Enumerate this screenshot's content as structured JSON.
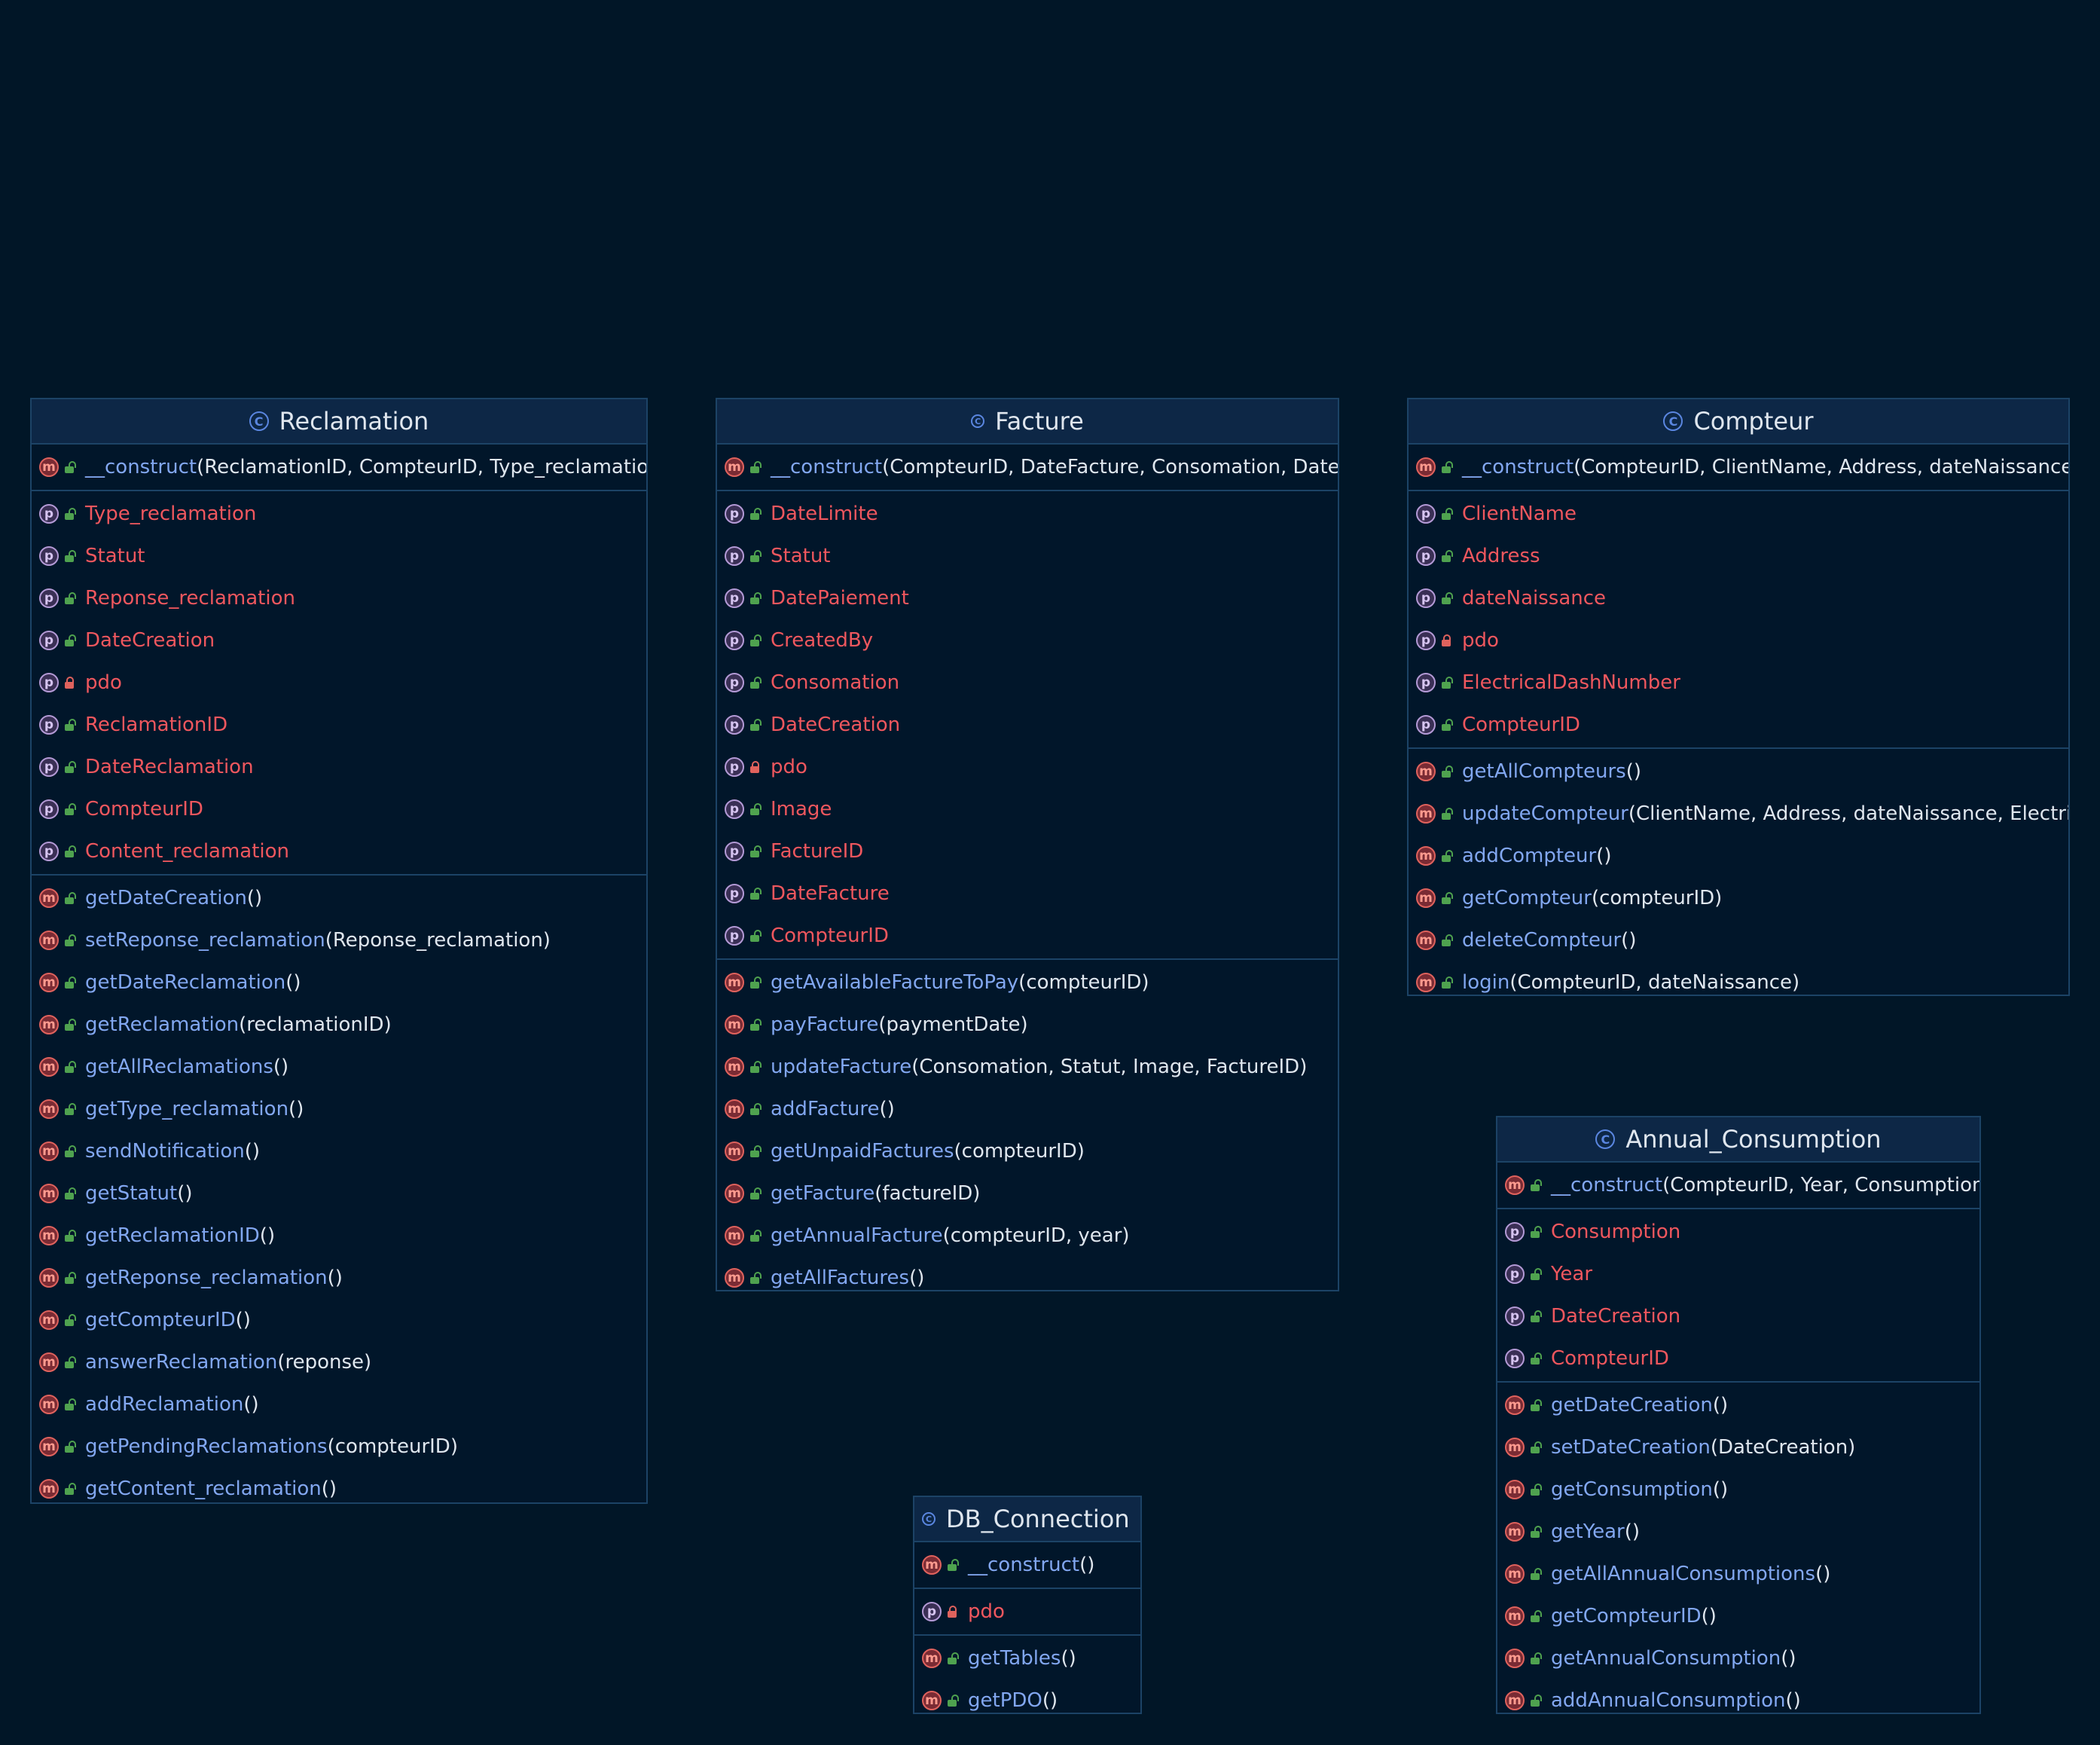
{
  "classes": {
    "reclamation": {
      "name": "Reclamation",
      "constructor": {
        "name": "__construct",
        "params": "(ReclamationID, CompteurID, Type_reclamation, "
      },
      "properties": [
        {
          "name": "Type_reclamation",
          "visibility": "public"
        },
        {
          "name": "Statut",
          "visibility": "public"
        },
        {
          "name": "Reponse_reclamation",
          "visibility": "public"
        },
        {
          "name": "DateCreation",
          "visibility": "public"
        },
        {
          "name": "pdo",
          "visibility": "private"
        },
        {
          "name": "ReclamationID",
          "visibility": "public"
        },
        {
          "name": "DateReclamation",
          "visibility": "public"
        },
        {
          "name": "CompteurID",
          "visibility": "public"
        },
        {
          "name": "Content_reclamation",
          "visibility": "public"
        }
      ],
      "methods": [
        {
          "name": "getDateCreation",
          "params": "()"
        },
        {
          "name": "setReponse_reclamation",
          "params": "(Reponse_reclamation)"
        },
        {
          "name": "getDateReclamation",
          "params": "()"
        },
        {
          "name": "getReclamation",
          "params": "(reclamationID)"
        },
        {
          "name": "getAllReclamations",
          "params": "()"
        },
        {
          "name": "getType_reclamation",
          "params": "()"
        },
        {
          "name": "sendNotification",
          "params": "()"
        },
        {
          "name": "getStatut",
          "params": "()"
        },
        {
          "name": "getReclamationID",
          "params": "()"
        },
        {
          "name": "getReponse_reclamation",
          "params": "()"
        },
        {
          "name": "getCompteurID",
          "params": "()"
        },
        {
          "name": "answerReclamation",
          "params": "(reponse)"
        },
        {
          "name": "addReclamation",
          "params": "()"
        },
        {
          "name": "getPendingReclamations",
          "params": "(compteurID)"
        },
        {
          "name": "getContent_reclamation",
          "params": "()"
        }
      ]
    },
    "facture": {
      "name": "Facture",
      "constructor": {
        "name": "__construct",
        "params": "(CompteurID, DateFacture, Consomation, DateLi"
      },
      "properties": [
        {
          "name": "DateLimite",
          "visibility": "public"
        },
        {
          "name": "Statut",
          "visibility": "public"
        },
        {
          "name": "DatePaiement",
          "visibility": "public"
        },
        {
          "name": "CreatedBy",
          "visibility": "public"
        },
        {
          "name": "Consomation",
          "visibility": "public"
        },
        {
          "name": "DateCreation",
          "visibility": "public"
        },
        {
          "name": "pdo",
          "visibility": "private"
        },
        {
          "name": "Image",
          "visibility": "public"
        },
        {
          "name": "FactureID",
          "visibility": "public"
        },
        {
          "name": "DateFacture",
          "visibility": "public"
        },
        {
          "name": "CompteurID",
          "visibility": "public"
        }
      ],
      "methods": [
        {
          "name": "getAvailableFactureToPay",
          "params": "(compteurID)"
        },
        {
          "name": "payFacture",
          "params": "(paymentDate)"
        },
        {
          "name": "updateFacture",
          "params": "(Consomation, Statut, Image, FactureID)"
        },
        {
          "name": "addFacture",
          "params": "()"
        },
        {
          "name": "getUnpaidFactures",
          "params": "(compteurID)"
        },
        {
          "name": "getFacture",
          "params": "(factureID)"
        },
        {
          "name": "getAnnualFacture",
          "params": "(compteurID, year)"
        },
        {
          "name": "getAllFactures",
          "params": "()"
        }
      ]
    },
    "compteur": {
      "name": "Compteur",
      "constructor": {
        "name": "__construct",
        "params": "(CompteurID, ClientName, Address, dateNaissance, "
      },
      "properties": [
        {
          "name": "ClientName",
          "visibility": "public"
        },
        {
          "name": "Address",
          "visibility": "public"
        },
        {
          "name": "dateNaissance",
          "visibility": "public"
        },
        {
          "name": "pdo",
          "visibility": "private"
        },
        {
          "name": "ElectricalDashNumber",
          "visibility": "public"
        },
        {
          "name": "CompteurID",
          "visibility": "public"
        }
      ],
      "methods": [
        {
          "name": "getAllCompteurs",
          "params": "()"
        },
        {
          "name": "updateCompteur",
          "params": "(ClientName, Address, dateNaissance, Electrica"
        },
        {
          "name": "addCompteur",
          "params": "()"
        },
        {
          "name": "getCompteur",
          "params": "(compteurID)"
        },
        {
          "name": "deleteCompteur",
          "params": "()"
        },
        {
          "name": "login",
          "params": "(CompteurID, dateNaissance)"
        }
      ]
    },
    "annual_consumption": {
      "name": "Annual_Consumption",
      "constructor": {
        "name": "__construct",
        "params": "(CompteurID, Year, Consumption)"
      },
      "properties": [
        {
          "name": "Consumption",
          "visibility": "public"
        },
        {
          "name": "Year",
          "visibility": "public"
        },
        {
          "name": "DateCreation",
          "visibility": "public"
        },
        {
          "name": "CompteurID",
          "visibility": "public"
        }
      ],
      "methods": [
        {
          "name": "getDateCreation",
          "params": "()"
        },
        {
          "name": "setDateCreation",
          "params": "(DateCreation)"
        },
        {
          "name": "getConsumption",
          "params": "()"
        },
        {
          "name": "getYear",
          "params": "()"
        },
        {
          "name": "getAllAnnualConsumptions",
          "params": "()"
        },
        {
          "name": "getCompteurID",
          "params": "()"
        },
        {
          "name": "getAnnualConsumption",
          "params": "()"
        },
        {
          "name": "addAnnualConsumption",
          "params": "()"
        }
      ]
    },
    "db_connection": {
      "name": "DB_Connection",
      "constructor": {
        "name": "__construct",
        "params": "()"
      },
      "properties": [
        {
          "name": "pdo",
          "visibility": "private"
        }
      ],
      "methods": [
        {
          "name": "getTables",
          "params": "()"
        },
        {
          "name": "getPDO",
          "params": "()"
        }
      ]
    }
  }
}
